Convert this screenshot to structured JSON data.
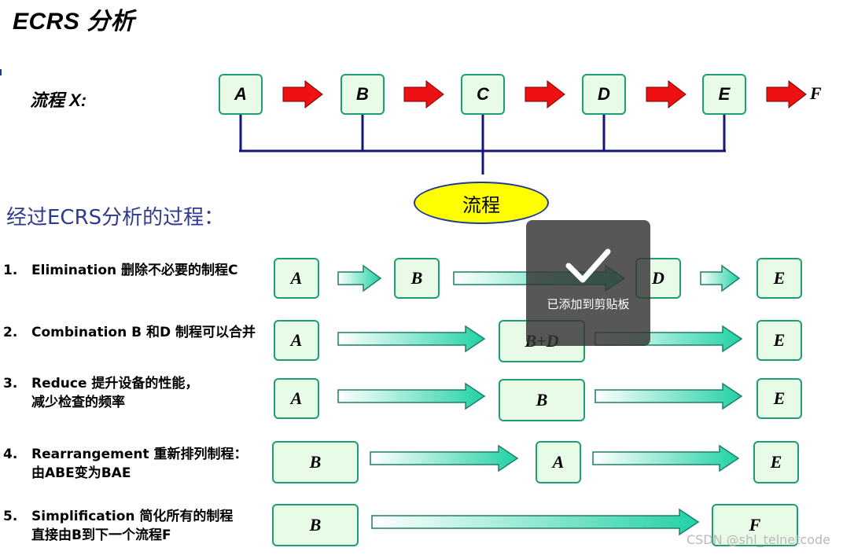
{
  "title": "ECRS 分析",
  "flow": {
    "label": "流程  X:",
    "nodes": [
      "A",
      "B",
      "C",
      "D",
      "E"
    ],
    "end": "F",
    "oval": "流程"
  },
  "section_title": "经过ECRS分析的过程：",
  "steps": [
    {
      "num": "1.",
      "line1": "Elimination 删除不必要的制程C",
      "line2": "",
      "boxes": [
        "A",
        "B",
        "D",
        "E"
      ]
    },
    {
      "num": "2.",
      "line1": "Combination  B 和D 制程可以合并",
      "line2": "",
      "boxes": [
        "A",
        "B+D",
        "E"
      ]
    },
    {
      "num": "3.",
      "line1": "Reduce 提升设备的性能，",
      "line2": "减少检查的频率",
      "boxes": [
        "A",
        "B",
        "E"
      ]
    },
    {
      "num": "4.",
      "line1": "Rearrangement 重新排列制程：",
      "line2": "由ABE变为BAE",
      "boxes": [
        "B",
        "A",
        "E"
      ]
    },
    {
      "num": "5.",
      "line1": "Simplification 简化所有的制程",
      "line2": "直接由B到下一个流程F",
      "boxes": [
        "B",
        "F"
      ]
    }
  ],
  "toast": {
    "text": "已添加到剪贴板",
    "icon": "check-icon"
  },
  "watermark": "CSDN @shl_telnetcode",
  "colors": {
    "box_fill": "#e8fbe6",
    "box_border": "#1f9e73",
    "red_arrow": "#ee1111",
    "connector": "#14157a",
    "oval": "#ffff00"
  }
}
